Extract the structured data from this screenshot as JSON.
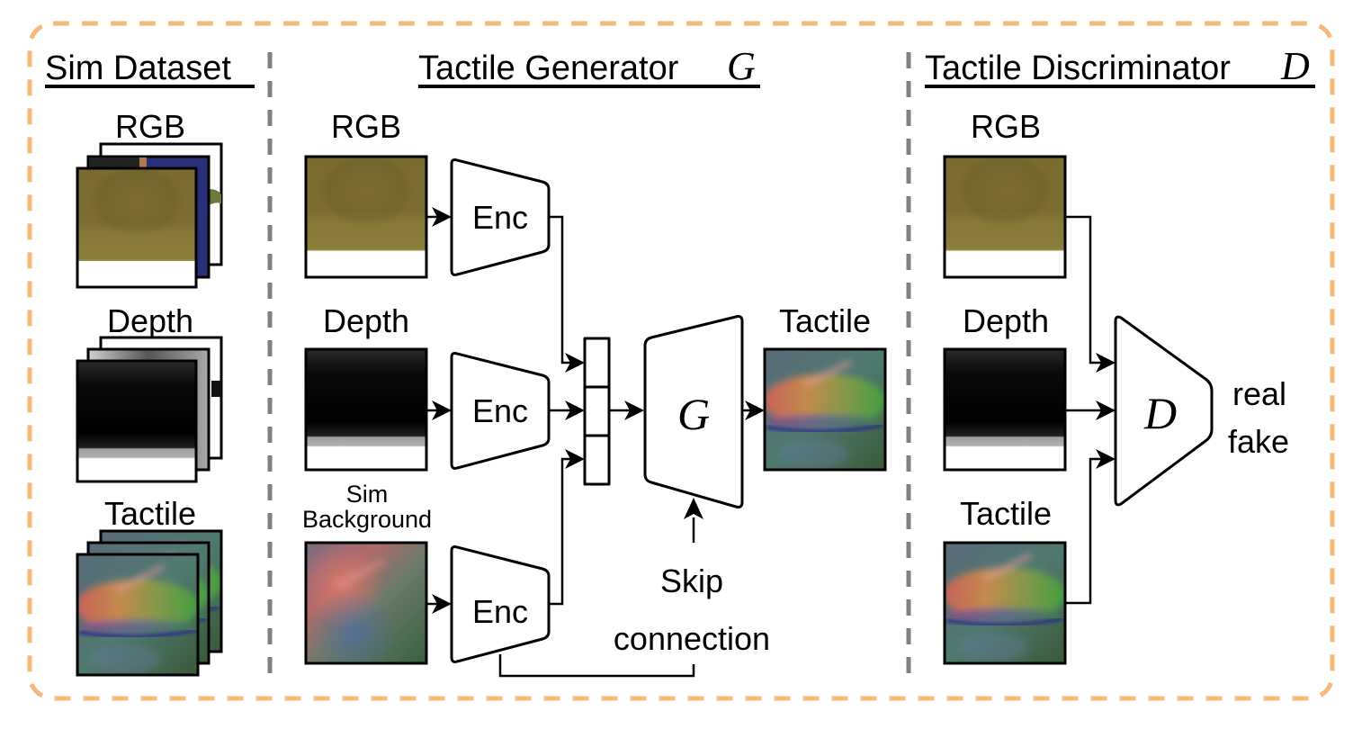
{
  "colors": {
    "outer_border": "#f5b97a",
    "section_divider": "#808080",
    "rgb_olive": "#7f7132",
    "rgb_olive_light": "#8c7f3c",
    "depth_dark": "#000000",
    "tactile_bg": "#4a6a6a"
  },
  "sections": {
    "sim_dataset": {
      "title": "Sim Dataset",
      "labels": {
        "rgb": "RGB",
        "depth": "Depth",
        "tactile": "Tactile"
      }
    },
    "generator": {
      "title": "Tactile Generator",
      "title_symbol": "G",
      "inputs": {
        "rgb": "RGB",
        "depth": "Depth",
        "background_line1": "Sim",
        "background_line2": "Background"
      },
      "encoders": [
        "Enc",
        "Enc",
        "Enc"
      ],
      "generator_symbol": "G",
      "output_label": "Tactile",
      "skip_line1": "Skip",
      "skip_line2": "connection"
    },
    "discriminator": {
      "title": "Tactile Discriminator",
      "title_symbol": "D",
      "inputs": {
        "rgb": "RGB",
        "depth": "Depth",
        "tactile": "Tactile"
      },
      "discriminator_symbol": "D",
      "output_real": "real",
      "output_fake": "fake"
    }
  }
}
